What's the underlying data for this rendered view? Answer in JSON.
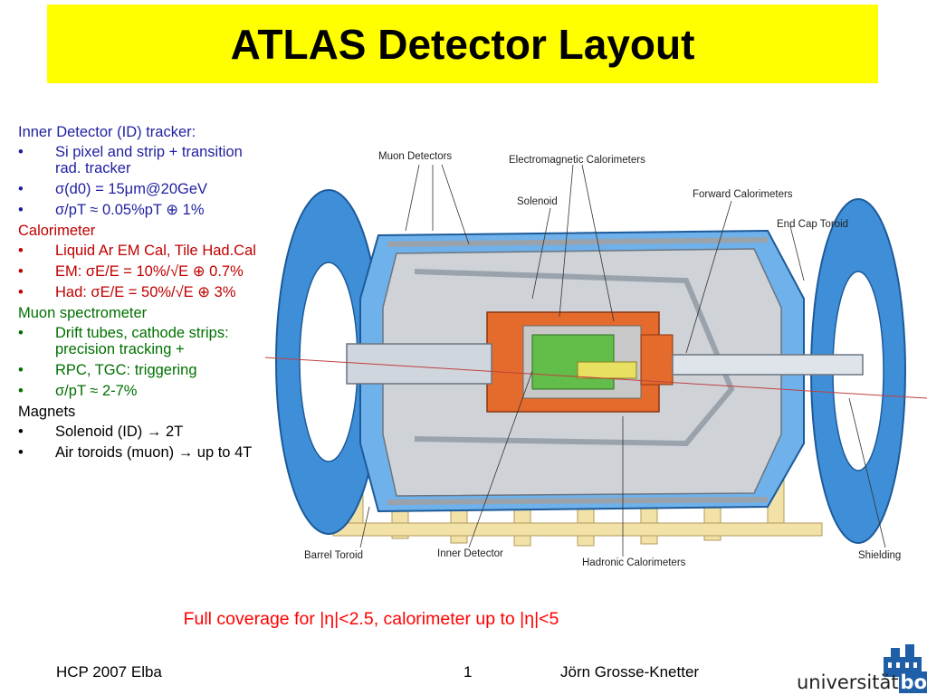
{
  "title": "ATLAS Detector Layout",
  "sections": [
    {
      "heading": "Inner Detector (ID) tracker:",
      "color": "#1f1fa0",
      "items": [
        "Si pixel and strip + transition rad. tracker",
        "σ(d0) = 15μm@20GeV",
        "σ/pT ≈ 0.05%pT ⊕ 1%"
      ]
    },
    {
      "heading": "Calorimeter",
      "color": "#c00000",
      "items": [
        "Liquid Ar EM Cal, Tile Had.Cal",
        "EM: σE/E = 10%/√E ⊕ 0.7%",
        "Had: σE/E = 50%/√E ⊕ 3%"
      ]
    },
    {
      "heading": "Muon spectrometer",
      "color": "#007000",
      "items": [
        "Drift tubes, cathode strips: precision tracking +",
        "RPC, TGC:  triggering",
        "σ/pT ≈ 2-7%"
      ]
    },
    {
      "heading": "Magnets",
      "color": "#000000",
      "items": [
        "Solenoid (ID) → 2T",
        "Air toroids (muon) →  up to 4T"
      ]
    }
  ],
  "figure": {
    "labels": {
      "muon_detectors": "Muon Detectors",
      "em_calorimeters": "Electromagnetic Calorimeters",
      "solenoid": "Solenoid",
      "forward_calorimeters": "Forward Calorimeters",
      "end_cap_toroid": "End Cap Toroid",
      "barrel_toroid": "Barrel Toroid",
      "inner_detector": "Inner Detector",
      "hadronic_calorimeters": "Hadronic Calorimeters",
      "shielding": "Shielding"
    }
  },
  "coverage_note": "Full coverage for |η|<2.5, calorimeter up to |η|<5",
  "footer": {
    "event": "HCP 2007 Elba",
    "page": "1",
    "author": "Jörn Grosse-Knetter"
  },
  "logo": {
    "text_plain": "universität",
    "text_highlight": "bonn"
  }
}
